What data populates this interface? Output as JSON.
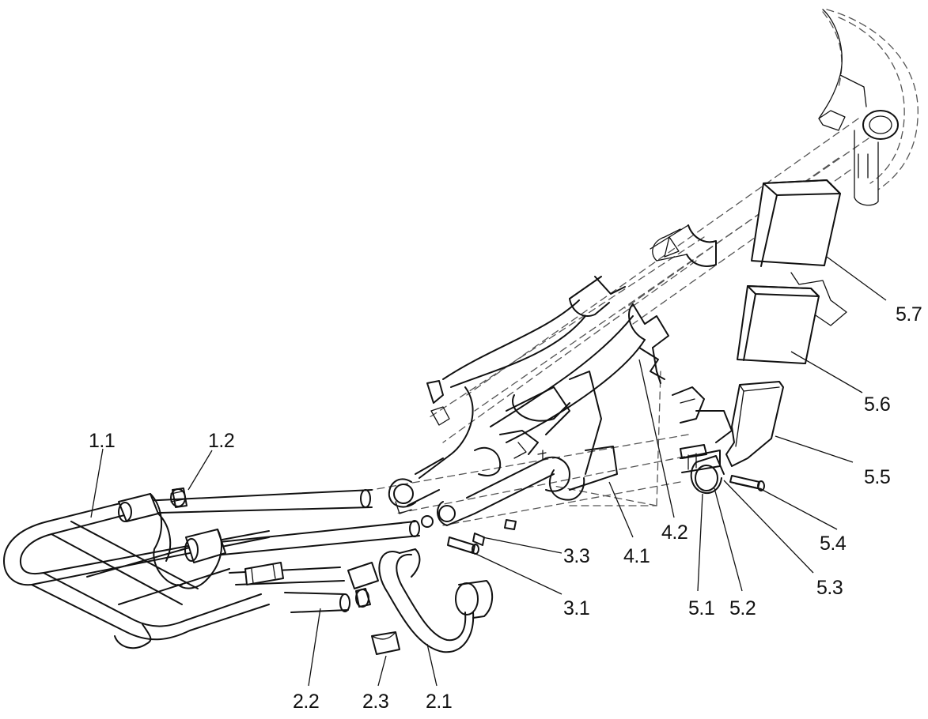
{
  "labels": {
    "p1_1": "1.1",
    "p1_2": "1.2",
    "p2_1": "2.1",
    "p2_2": "2.2",
    "p2_3": "2.3",
    "p3_1": "3.1",
    "p3_3": "3.3",
    "p4_1": "4.1",
    "p4_2": "4.2",
    "p5_1": "5.1",
    "p5_2": "5.2",
    "p5_3": "5.3",
    "p5_4": "5.4",
    "p5_5": "5.5",
    "p5_6": "5.6",
    "p5_7": "5.7"
  }
}
